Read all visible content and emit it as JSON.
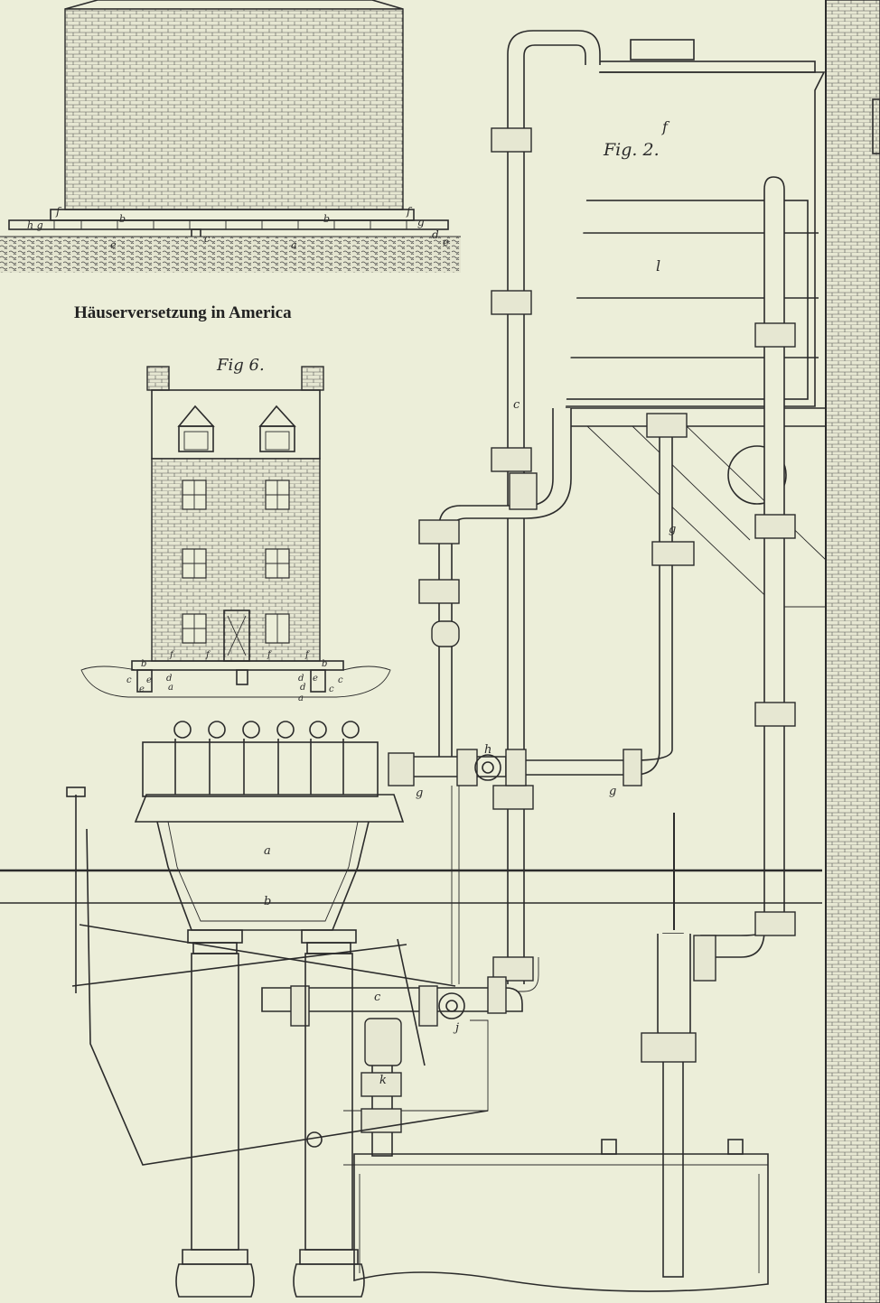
{
  "plate": {
    "title": "Häuserversetzung in America",
    "colors": {
      "paper": "#eceed9",
      "ink": "#2b2b2b"
    }
  },
  "fig_top": {
    "labels": [
      "f",
      "b",
      "b",
      "f",
      "h g",
      "c",
      "a",
      "e",
      "g",
      "d",
      "e"
    ]
  },
  "fig6": {
    "caption": "Fig 6.",
    "labels": [
      "b",
      "f",
      "f",
      "f",
      "f",
      "b",
      "c",
      "e",
      "d",
      "a",
      "d",
      "e",
      "c",
      "d",
      "a",
      "c",
      "e"
    ]
  },
  "fig2": {
    "caption": "Fig. 2.",
    "tank_label": "f",
    "labels": {
      "l": "l",
      "c_upper": "c",
      "g_upper": "g",
      "h": "h",
      "g_left": "g",
      "g_right": "g",
      "a": "a",
      "b": "b",
      "c_lower": "c",
      "j": "j",
      "k": "k"
    }
  }
}
